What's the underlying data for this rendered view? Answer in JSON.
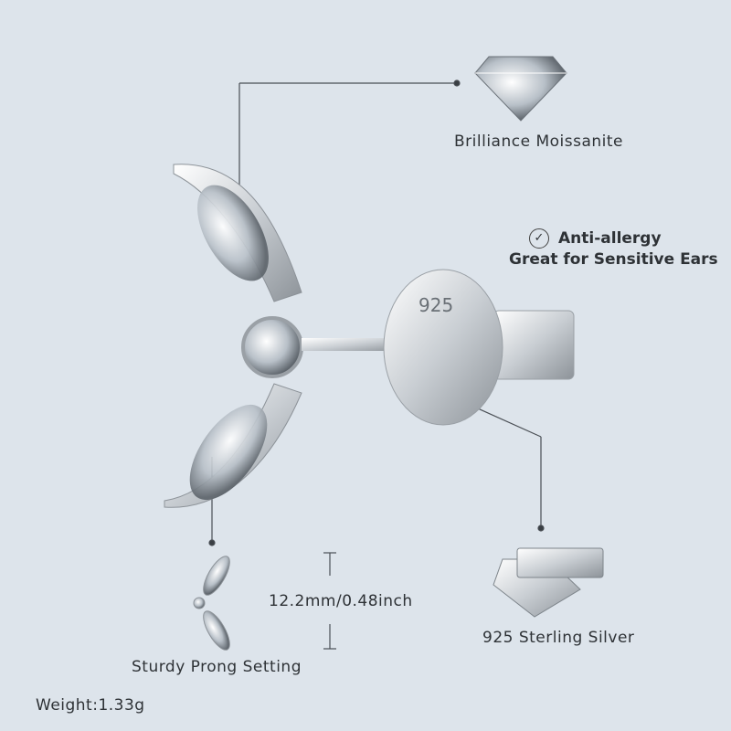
{
  "callouts": {
    "moissanite": "Brilliance Moissanite",
    "anti_allergy_title": "Anti-allergy",
    "anti_allergy_sub": "Great for Sensitive Ears",
    "silver": "925 Sterling Silver",
    "prong": "Sturdy Prong Setting",
    "size": "12.2mm/0.48inch",
    "weight": "Weight:1.33g",
    "stamp": "925"
  },
  "icons": {
    "check": "check-circle-icon"
  },
  "colors": {
    "background": "#dde4eb",
    "text": "#2e3236",
    "line": "#4a4f55"
  }
}
